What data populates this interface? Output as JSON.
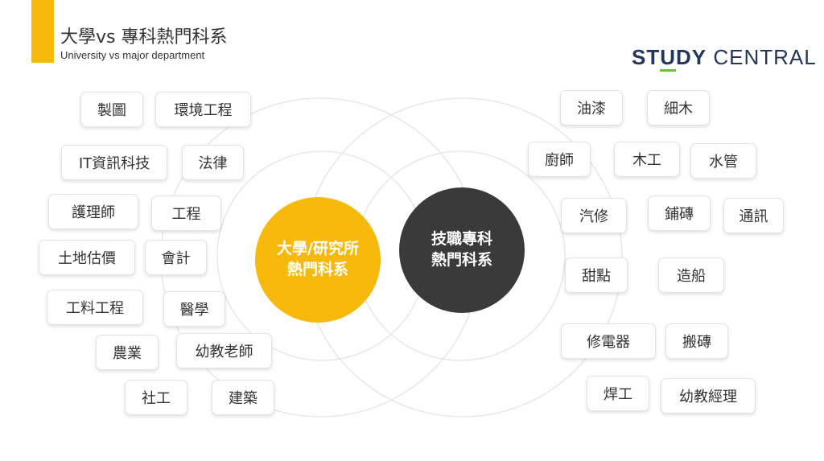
{
  "header": {
    "title": "大學vs 專科熱門科系",
    "subtitle": "University vs major department"
  },
  "logo": {
    "part1": "ST",
    "part2": "U",
    "part3": "DY",
    "part4": " CENTRAL"
  },
  "hubs": {
    "university": "大學/研究所\n熱門科系",
    "vocational": "技職專科\n熱門科系"
  },
  "colors": {
    "accent": "#f7b90c",
    "dark": "#3a3a3a",
    "logo": "#25365c",
    "logo_green": "#6cbf3f"
  },
  "university_majors": [
    "製圖",
    "環境工程",
    "IT資訊科技",
    "法律",
    "護理師",
    "工程",
    "土地估價",
    "會計",
    "工料工程",
    "醫學",
    "農業",
    "幼教老師",
    "社工",
    "建築"
  ],
  "vocational_majors": [
    "油漆",
    "細木",
    "廚師",
    "木工",
    "水管",
    "汽修",
    "鋪磚",
    "通訊",
    "甜點",
    "造船",
    "修電器",
    "搬磚",
    "焊工",
    "幼教經理"
  ]
}
